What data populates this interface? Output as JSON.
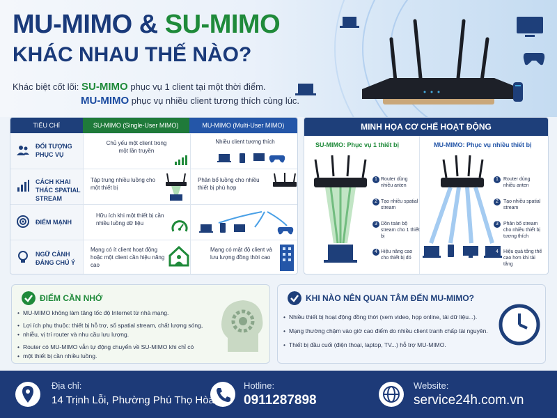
{
  "header": {
    "title_mu": "MU-MIMO",
    "title_amp": "&",
    "title_su": "SU-MIMO",
    "subtitle": "KHÁC NHAU THẾ NÀO?",
    "key_prefix": "Khác biệt cốt lõi:",
    "key_su_term": "SU-MIMO",
    "key_su_text": "phục vụ 1 client tại một thời điểm.",
    "key_mu_term": "MU-MIMO",
    "key_mu_text": "phục vụ nhiều client tương thích cùng lúc."
  },
  "table": {
    "headers": [
      "TIÊU CHÍ",
      "SU-MIMO (Single-User MIMO)",
      "MU-MIMO (Multi-User MIMO)"
    ],
    "rows": [
      {
        "label": "ĐỐI TƯỢNG PHỤC VỤ",
        "su": "Chủ yếu một client trong một lần truyền",
        "mu": "Nhiều client tương thích"
      },
      {
        "label": "CÁCH KHAI THÁC SPATIAL STREAM",
        "su": "Tập trung nhiều luồng cho một thiết bị",
        "mu": "Phân bổ luồng cho nhiều thiết bị phù hợp"
      },
      {
        "label": "ĐIỂM MẠNH",
        "su": "Hữu ích khi một thiết bị cần nhiều luồng dữ liệu",
        "mu": ""
      },
      {
        "label": "NGỮ CẢNH ĐÁNG CHÚ Ý",
        "su": "Mạng có ít client hoạt động hoặc một client cần hiệu năng cao",
        "mu": "Mạng có mật độ client và lưu lượng đồng thời cao"
      }
    ]
  },
  "illustration": {
    "title": "MINH HỌA CƠ CHẾ HOẠT ĐỘNG",
    "su_title": "SU-MIMO: Phục vụ 1 thiết bị",
    "mu_title": "MU-MIMO: Phục vụ nhiều thiết bị",
    "su_steps": [
      "Router dùng nhiều anten",
      "Tạo nhiều spatial stream",
      "Dồn toàn bộ stream cho 1 thiết bị",
      "Hiệu năng cao cho thiết bị đó"
    ],
    "mu_steps": [
      "Router dùng nhiều anten",
      "Tạo nhiều spatial stream",
      "Phân bổ stream cho nhiều thiết bị tương thích",
      "Hiệu quả tổng thể cao hơn khi tải tăng"
    ]
  },
  "remember": {
    "title": "ĐIỂM CẦN NHỚ",
    "items": [
      "MU-MIMO không làm tăng tốc độ Internet từ nhà mạng.",
      "Lợi ích phụ thuộc: thiết bị hỗ trợ, số spatial stream, chất lượng sóng,",
      "nhiễu, vị trí router và nhu cầu lưu lượng.",
      "Router có MU-MIMO vẫn tự động chuyển về SU-MIMO khi chỉ có",
      "một thiết bị cần nhiều luồng."
    ]
  },
  "when": {
    "title": "KHI NÀO NÊN QUAN TÂM ĐẾN MU-MIMO?",
    "items": [
      "Nhiều thiết bị hoạt động đồng thời (xem video, họp online, tải dữ liệu...).",
      "Mạng thường chậm vào giờ cao điểm do nhiều client tranh chấp tài nguyên.",
      "Thiết bị đầu cuối (điện thoại, laptop, TV...) hỗ trợ MU-MIMO."
    ]
  },
  "footer": {
    "address_label": "Địa chỉ:",
    "address_value": "14 Trịnh Lỗi, Phường Phú Thọ Hòa.",
    "hotline_label": "Hotline:",
    "hotline_value": "0911287898",
    "website_label": "Website:",
    "website_value": "service24h.com.vn"
  },
  "colors": {
    "navy": "#1e3f7a",
    "green": "#1f8a3a",
    "blue": "#2456a8",
    "footer": "#1d3a78"
  }
}
